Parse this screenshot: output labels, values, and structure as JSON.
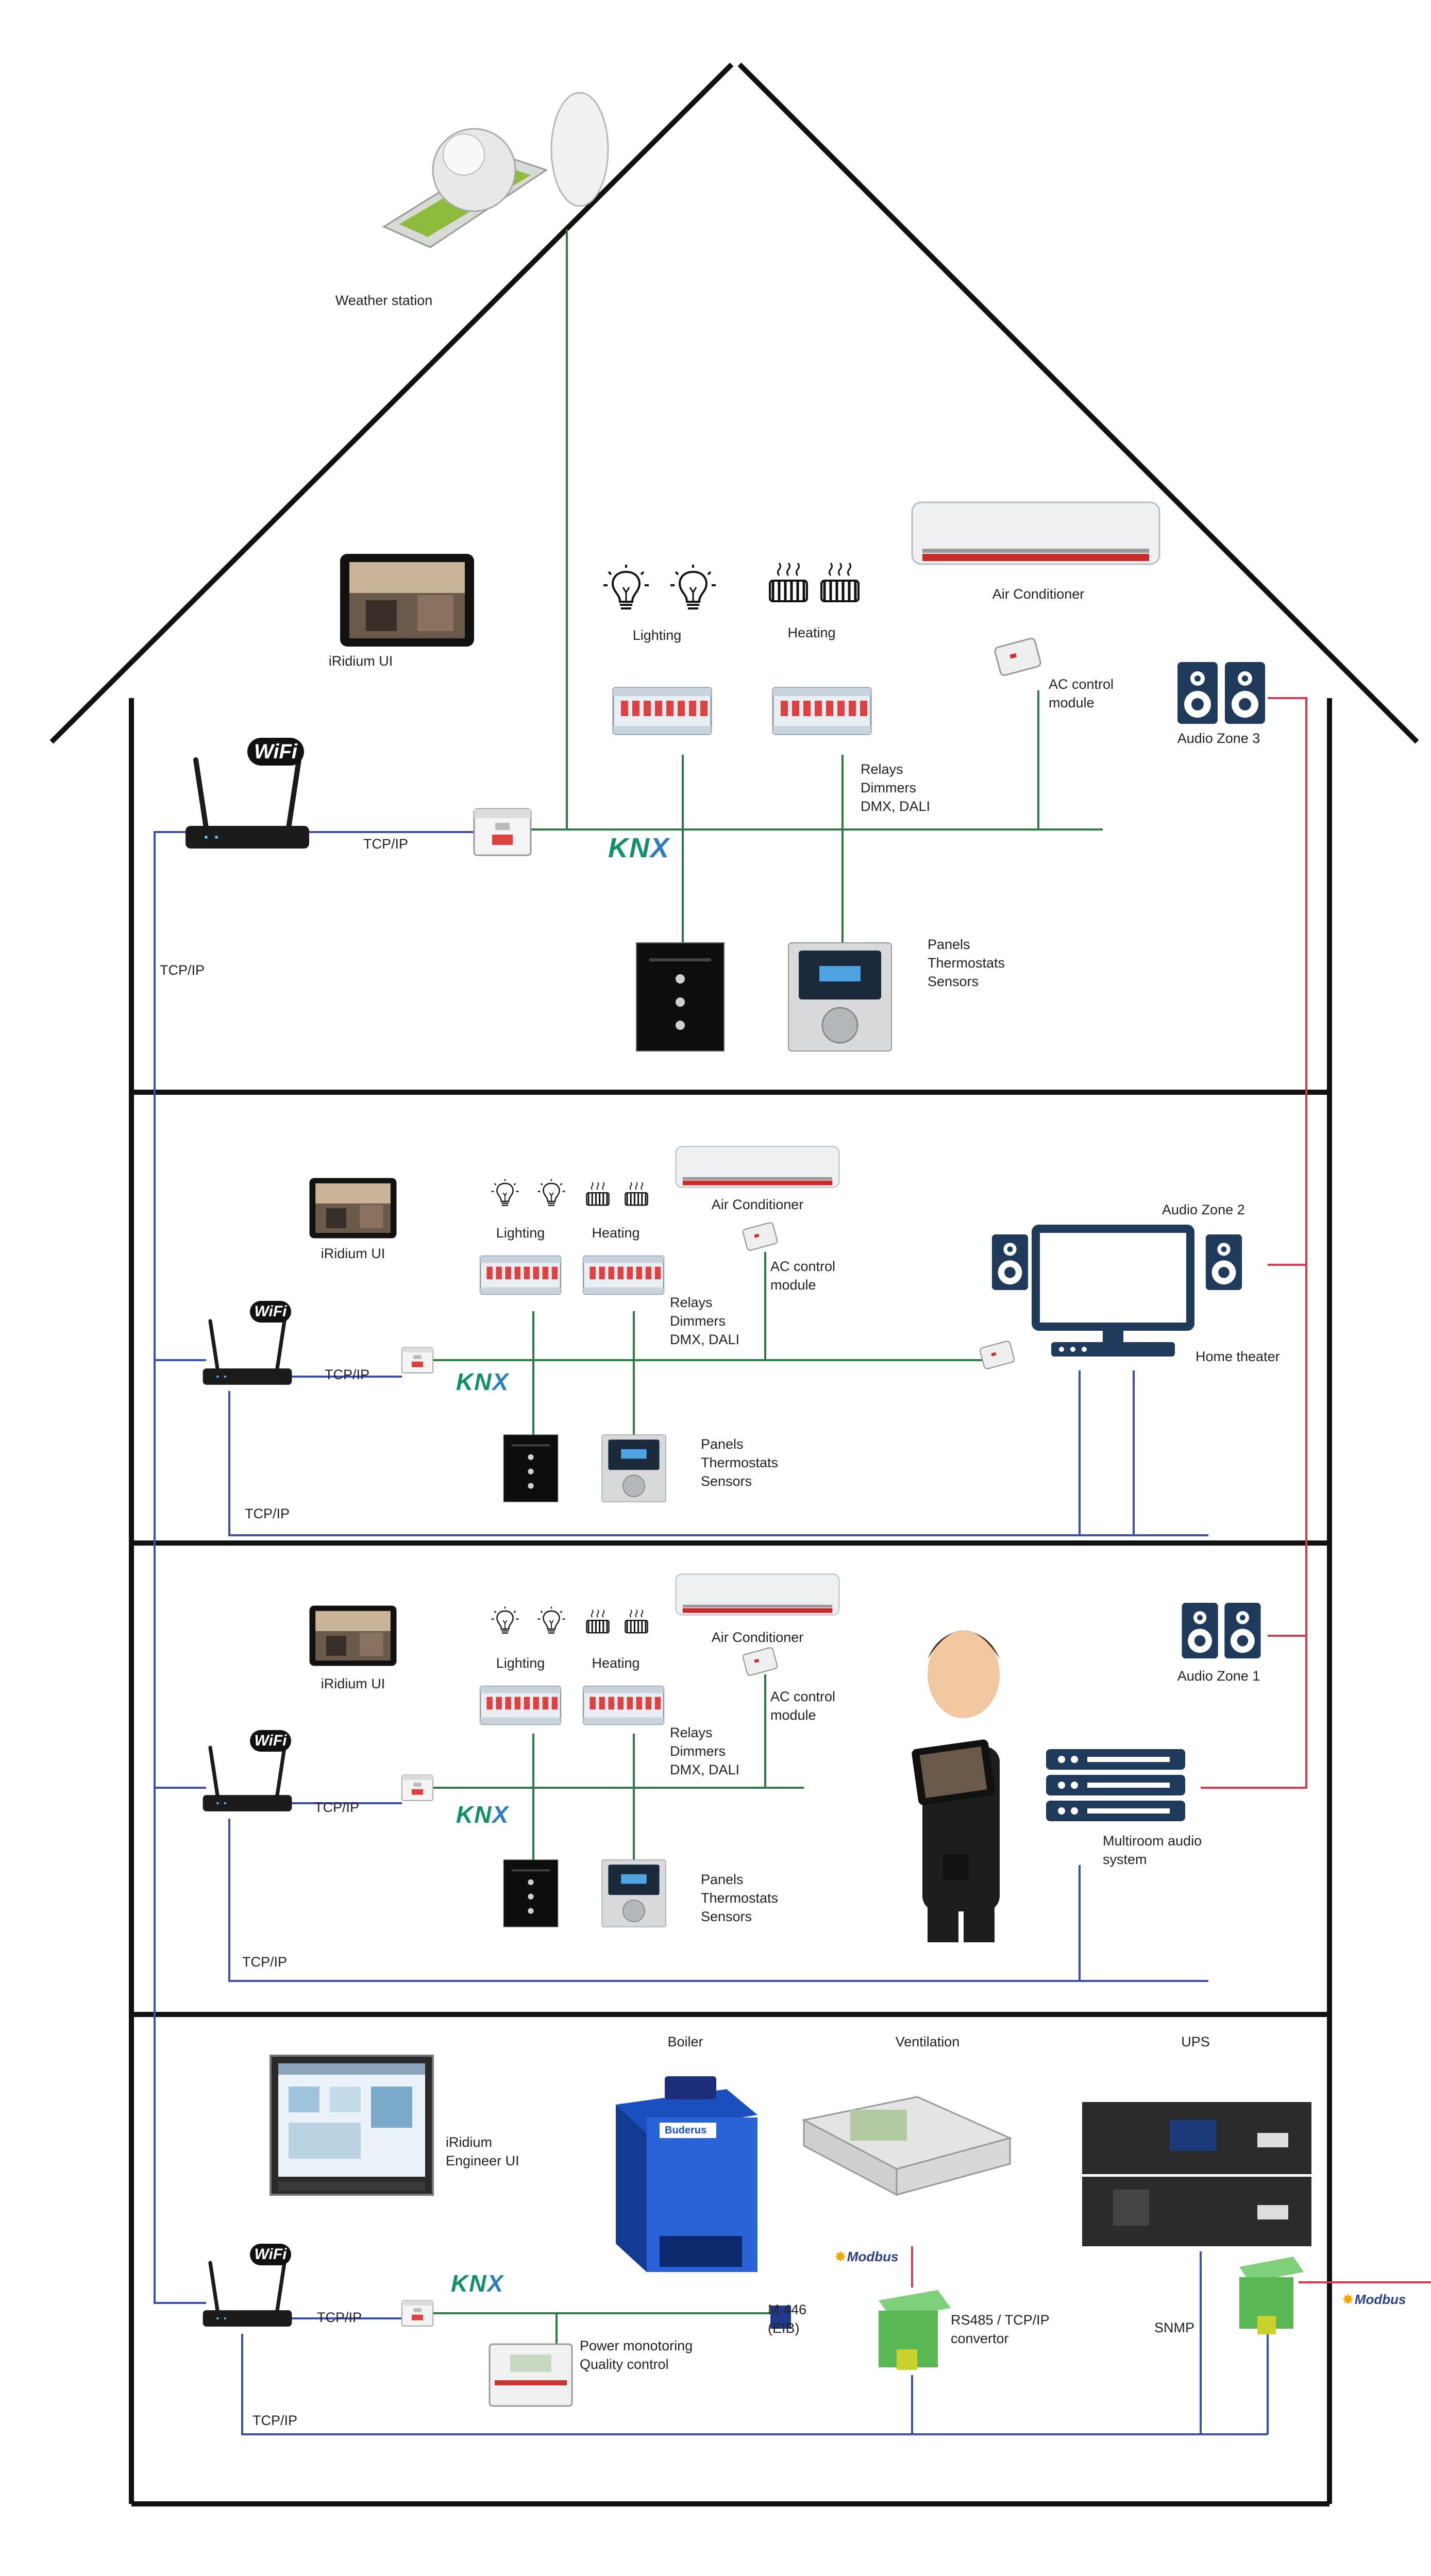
{
  "colors": {
    "wall": "#111111",
    "knx_bus": "#2f7a44",
    "tcpip": "#3b4fa8",
    "audio": "#d8394a"
  },
  "top_floor": {
    "weather_station": "Weather station",
    "iridium_ui": "iRidium UI",
    "lighting": "Lighting",
    "heating": "Heating",
    "air_conditioner": "Air Conditioner",
    "ac_module_line1": "AC control",
    "ac_module_line2": "module",
    "audio_zone": "Audio Zone 3",
    "relays_line1": "Relays",
    "relays_line2": "Dimmers",
    "relays_line3": "DMX, DALI",
    "tcpip_router": "TCP/IP",
    "tcpip_riser": "TCP/IP",
    "knx": "KNX",
    "panels_line1": "Panels",
    "panels_line2": "Thermostats",
    "panels_line3": "Sensors",
    "wifi": "WiFi"
  },
  "second_floor": {
    "iridium_ui": "iRidium UI",
    "lighting": "Lighting",
    "heating": "Heating",
    "air_conditioner": "Air Conditioner",
    "ac_module_line1": "AC control",
    "ac_module_line2": "module",
    "audio_zone": "Audio Zone 2",
    "home_theater": "Home theater",
    "relays_line1": "Relays",
    "relays_line2": "Dimmers",
    "relays_line3": "DMX, DALI",
    "tcpip_router": "TCP/IP",
    "tcpip_bottom": "TCP/IP",
    "knx": "KNX",
    "panels_line1": "Panels",
    "panels_line2": "Thermostats",
    "panels_line3": "Sensors",
    "wifi": "WiFi"
  },
  "first_floor": {
    "iridium_ui": "iRidium UI",
    "lighting": "Lighting",
    "heating": "Heating",
    "air_conditioner": "Air Conditioner",
    "ac_module_line1": "AC control",
    "ac_module_line2": "module",
    "audio_zone": "Audio Zone 1",
    "multiroom_line1": "Multiroom audio",
    "multiroom_line2": "system",
    "relays_line1": "Relays",
    "relays_line2": "Dimmers",
    "relays_line3": "DMX, DALI",
    "tcpip_router": "TCP/IP",
    "tcpip_bottom": "TCP/IP",
    "knx": "KNX",
    "panels_line1": "Panels",
    "panels_line2": "Thermostats",
    "panels_line3": "Sensors",
    "wifi": "WiFi"
  },
  "basement": {
    "boiler": "Boiler",
    "ventilation": "Ventilation",
    "ups": "UPS",
    "engineer_line1": "iRidium",
    "engineer_line2": "Engineer UI",
    "knx": "KNX",
    "modbus_left": "Modbus",
    "modbus_right": "Modbus",
    "m446_line1": "M 446",
    "m446_line2": "(EIB)",
    "convertor_line1": "RS485 / TCP/IP",
    "convertor_line2": "convertor",
    "snmp": "SNMP",
    "tcpip_router": "TCP/IP",
    "tcpip_bottom": "TCP/IP",
    "power_line1": "Power monotoring",
    "power_line2": "Quality control",
    "boiler_brand": "Buderus",
    "wifi": "WiFi"
  }
}
